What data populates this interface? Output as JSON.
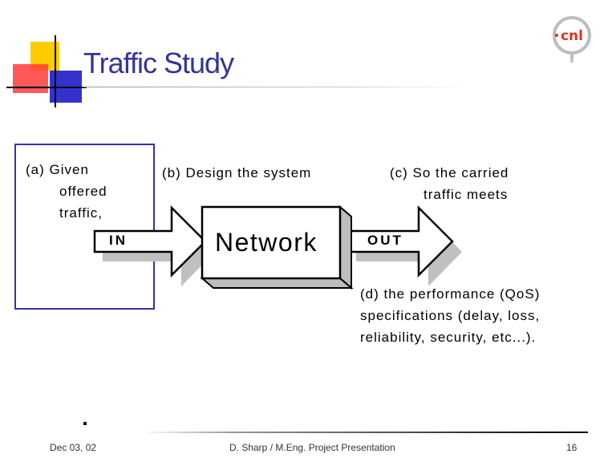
{
  "slide": {
    "title": "Traffic Study",
    "logo_text": "cnl"
  },
  "diagram": {
    "given": [
      "(a)  Given",
      "offered",
      "traffic,"
    ],
    "design": "(b)  Design the system",
    "carried": [
      "(c)  So the carried",
      "traffic meets"
    ],
    "performance": [
      "(d)  the performance (QoS)",
      "specifications (delay, loss,",
      "reliability, security, etc...)."
    ],
    "in_label": "IN",
    "out_label": "OUT",
    "network_label": "Network"
  },
  "footer": {
    "date": "Dec 03, 02",
    "presenter": "D. Sharp / M.Eng. Project Presentation",
    "page": "16"
  },
  "colors": {
    "title": "#333399",
    "box_border": "#3333aa",
    "shadow": "#c0c0c0",
    "logo_red": "#e0301e"
  }
}
